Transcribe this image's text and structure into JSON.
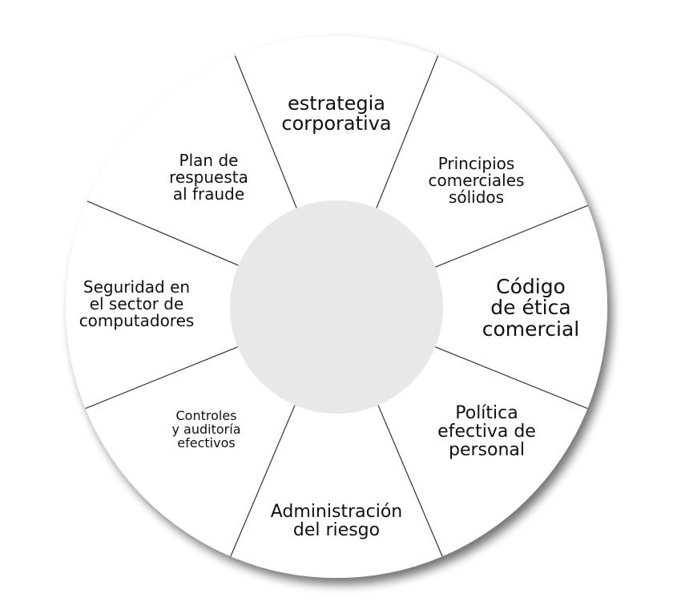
{
  "diagram": {
    "colors": {
      "background": "#ffffff",
      "wheel_fill": "#ffffff",
      "hub_fill": "#e8e8e8",
      "divider": "#333333",
      "text": "#111111",
      "shadow": "#555555"
    },
    "segments": [
      {
        "id": "strategy",
        "lines": [
          "estrategia",
          "corporativa"
        ]
      },
      {
        "id": "principles",
        "lines": [
          "Principios",
          "comerciales",
          "sólidos"
        ]
      },
      {
        "id": "ethics",
        "lines": [
          "Código",
          "de ética",
          "comercial"
        ]
      },
      {
        "id": "personnel",
        "lines": [
          "Política",
          "efectiva de",
          "personal"
        ]
      },
      {
        "id": "risk",
        "lines": [
          "Administración",
          "del riesgo"
        ]
      },
      {
        "id": "controls",
        "lines": [
          "Controles",
          "y auditoría",
          "efectivos"
        ]
      },
      {
        "id": "security",
        "lines": [
          "Seguridad en",
          "el sector de",
          "computadores"
        ]
      },
      {
        "id": "fraud",
        "lines": [
          "Plan de",
          "respuesta",
          "al fraude"
        ]
      }
    ]
  }
}
